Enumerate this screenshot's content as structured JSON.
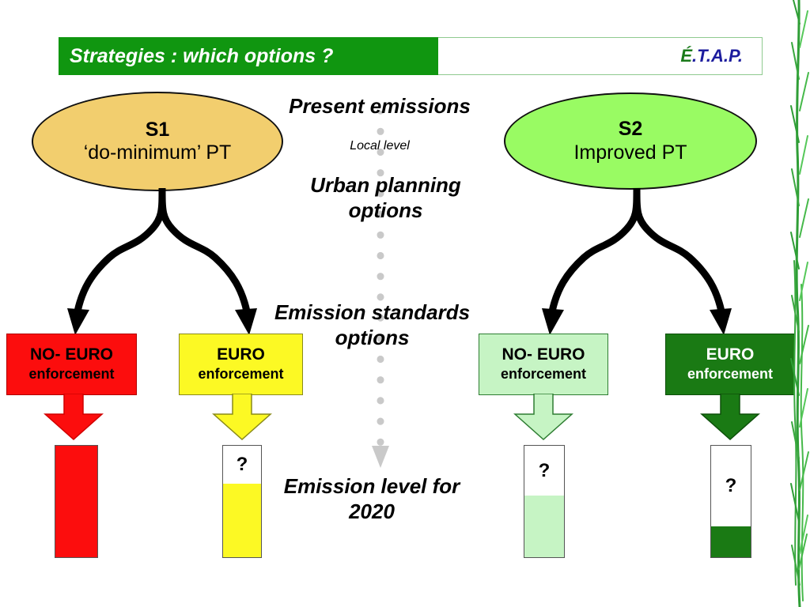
{
  "header": {
    "title": "Strategies : which options ?",
    "logo_first": "É",
    "logo_rest": ".T.A.P.",
    "bar_color": "#109610",
    "logo_green": "#1a7a1a",
    "logo_blue": "#1d1d9e"
  },
  "scenarios": [
    {
      "id": "S1",
      "title": "S1",
      "subtitle": "‘do-minimum’ PT",
      "fill": "#F2CE6E"
    },
    {
      "id": "S2",
      "title": "S2",
      "subtitle": "Improved PT",
      "fill": "#99FB63"
    }
  ],
  "centre": {
    "present_emissions": "Present emissions",
    "local_level": "Local level",
    "urban_planning": "Urban planning options",
    "emission_standards": "Emission standards options",
    "emission_level": "Emission level for 2020",
    "arrow_color": "#c9c9c9"
  },
  "options": [
    {
      "key": "s1-no-euro",
      "line1": "NO- EURO",
      "line2": "enforcement",
      "fill": "#FC0D0D",
      "text_color": "#000000",
      "bar_fill_percent": 100,
      "bar_label": ""
    },
    {
      "key": "s1-euro",
      "line1": "EURO",
      "line2": "enforcement",
      "fill": "#FCF924",
      "text_color": "#000000",
      "bar_fill_percent": 66,
      "bar_label": "?"
    },
    {
      "key": "s2-no-euro",
      "line1": "NO- EURO",
      "line2": "enforcement",
      "fill": "#C6F4C4",
      "text_color": "#000000",
      "bar_fill_percent": 55,
      "bar_label": "?"
    },
    {
      "key": "s2-euro",
      "line1": "EURO",
      "line2": "enforcement",
      "fill": "#1A7A14",
      "text_color": "#FFFFFF",
      "bar_fill_percent": 28,
      "bar_label": "?"
    }
  ]
}
